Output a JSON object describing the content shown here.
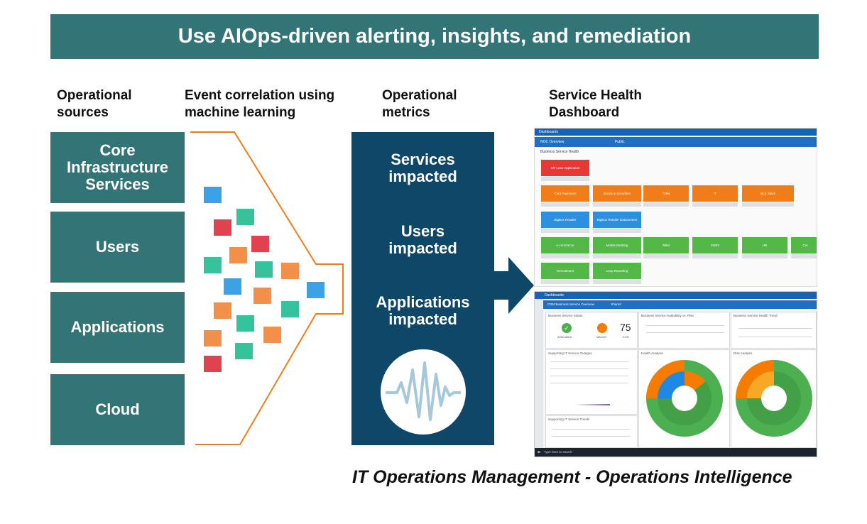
{
  "title": "Use AIOps-driven alerting, insights, and remediation",
  "columns": {
    "sources": "Operational sources",
    "sources_l1": "Operational",
    "sources_l2": "sources",
    "correlation_l1": "Event correlation using",
    "correlation_l2": "machine learning",
    "metrics_l1": "Operational",
    "metrics_l2": "metrics",
    "dashboard_l1": "Service Health",
    "dashboard_l2": "Dashboard"
  },
  "sources": [
    {
      "l1": "Core",
      "l2": "Infrastructure",
      "l3": "Services"
    },
    {
      "l1": "Users"
    },
    {
      "l1": "Applications"
    },
    {
      "l1": "Cloud"
    }
  ],
  "metrics": [
    {
      "l1": "Services",
      "l2": "impacted"
    },
    {
      "l1": "Users",
      "l2": "impacted"
    },
    {
      "l1": "Applications",
      "l2": "impacted"
    }
  ],
  "dashboard1": {
    "topbar": "Dashboards",
    "tab": "NOC Overview",
    "tab_public": "Public",
    "section": "Business Service Health",
    "tiles": [
      {
        "label": "HR Loan Application",
        "color": "#e53935"
      },
      {
        "label": "Card Payments",
        "color": "#f07d1a"
      },
      {
        "label": "Bonds & Securities",
        "color": "#f07d1a"
      },
      {
        "label": "CRM",
        "color": "#f07d1a"
      },
      {
        "label": "IT",
        "color": "#f07d1a"
      },
      {
        "label": "SLS Stack",
        "color": "#f07d1a"
      },
      {
        "label": "BigBox Retailer",
        "color": "#2d8fe0"
      },
      {
        "label": "BigBox Retailer Datacenters",
        "color": "#2d8fe0"
      },
      {
        "label": "e-commerce",
        "color": "#54b848"
      },
      {
        "label": "Mobile Banking",
        "color": "#54b848"
      },
      {
        "label": "Teller",
        "color": "#54b848"
      },
      {
        "label": "SGBS",
        "color": "#54b848"
      },
      {
        "label": "HR",
        "color": "#54b848"
      },
      {
        "label": "Cre",
        "color": "#54b848"
      },
      {
        "label": "Recruitment",
        "color": "#54b848"
      },
      {
        "label": "Corp Reporting",
        "color": "#54b848"
      }
    ]
  },
  "dashboard2": {
    "topbar": "Dashboards",
    "tab": "CRM Business Service Overview",
    "tab_shared": "Shared",
    "status_panel": "Business Service Status",
    "status_ok": "AVAILABLE",
    "status_warn": "MAJOR",
    "status_count": "75",
    "status_count_label": "KOS",
    "availability_panel": "Business Service Availability vs. Plan",
    "trend_panel": "Business Service Health Trend",
    "outages_panel": "Supporting IT Service Outages",
    "trends_panel": "Supporting IT Service Trends",
    "health_panel": "Health Analysis",
    "risk_panel": "Risk Analysis",
    "taskbar_search": "Type here to search",
    "colors": {
      "green": "#4caf50",
      "orange": "#f57c00",
      "blue": "#1e88e5",
      "amber": "#f9a825"
    }
  },
  "footer": "IT Operations Management - Operations Intelligence",
  "colors": {
    "teal": "#337476",
    "navy": "#0f4768",
    "funnel": "#f07d1a",
    "arrow": "#0f4768"
  }
}
